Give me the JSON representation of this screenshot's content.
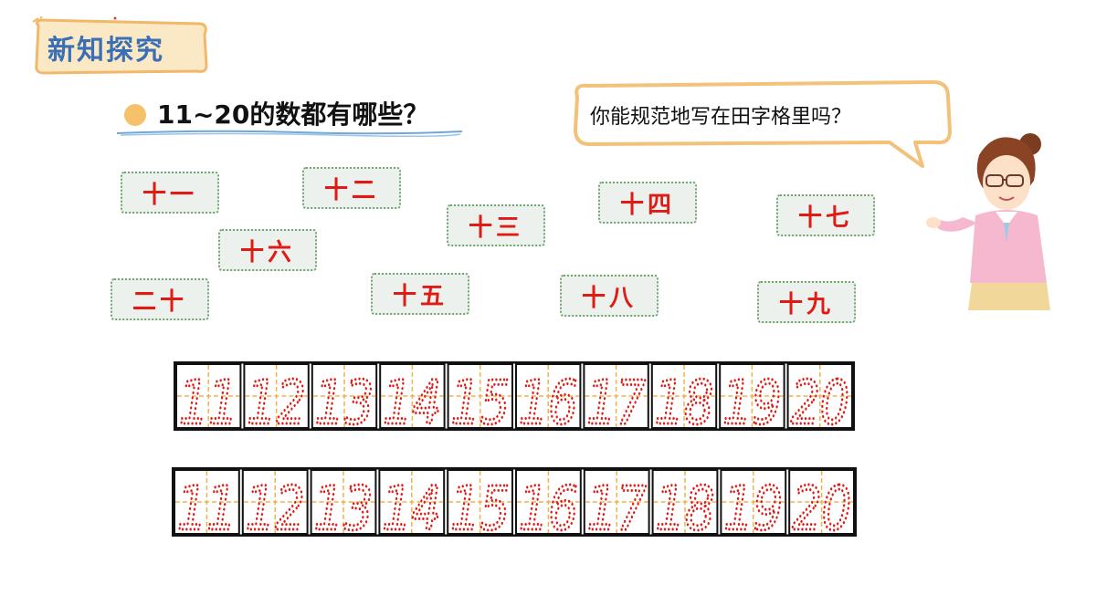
{
  "header": {
    "title": "新知探究"
  },
  "question": {
    "text": "11~20的数都有哪些？"
  },
  "bubble": {
    "text": "你能规范地写在田字格里吗？"
  },
  "cards": [
    {
      "label": "十一"
    },
    {
      "label": "十二"
    },
    {
      "label": "十三"
    },
    {
      "label": "十四"
    },
    {
      "label": "十七"
    },
    {
      "label": "十六"
    },
    {
      "label": "二十"
    },
    {
      "label": "十五"
    },
    {
      "label": "十八"
    },
    {
      "label": "十九"
    }
  ],
  "grid_rows": [
    {
      "numbers": [
        "11",
        "12",
        "13",
        "14",
        "15",
        "16",
        "17",
        "18",
        "19",
        "20"
      ]
    },
    {
      "numbers": [
        "11",
        "12",
        "13",
        "14",
        "15",
        "16",
        "17",
        "18",
        "19",
        "20"
      ]
    }
  ],
  "colors": {
    "card_text": "#e01a14",
    "card_border": "#6ea66e",
    "title": "#3a6fb6",
    "dot": "#f5c26b",
    "guide": "#f0b24a",
    "digit": "#e01a14"
  }
}
